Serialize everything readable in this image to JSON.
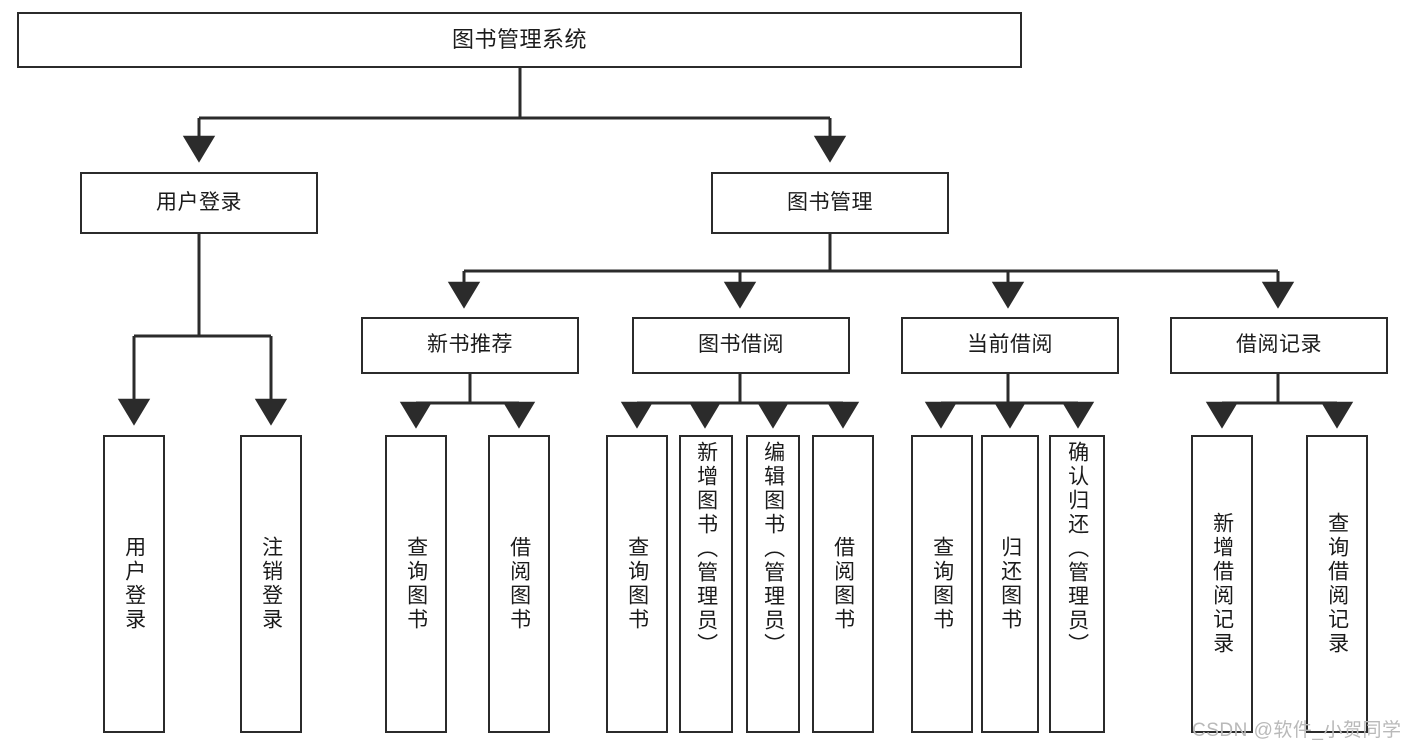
{
  "diagram": {
    "title": "图书管理系统",
    "type": "tree-hierarchy",
    "colors": {
      "box_border": "#2b2b2b",
      "box_fill": "#ffffff",
      "connector": "#2b2b2b",
      "text": "#1b1b1b",
      "watermark": "#b9b9b9",
      "background": "#ffffff"
    },
    "root": {
      "label": "图书管理系统"
    },
    "branches": [
      {
        "label": "用户登录"
      },
      {
        "label": "图书管理"
      }
    ],
    "sub_branches": [
      {
        "label": "新书推荐"
      },
      {
        "label": "图书借阅"
      },
      {
        "label": "当前借阅"
      },
      {
        "label": "借阅记录"
      }
    ],
    "leaves": {
      "user_login": [
        {
          "label": "用户登录"
        },
        {
          "label": "注销登录"
        }
      ],
      "new_book_recommend": [
        {
          "label": "查询图书"
        },
        {
          "label": "借阅图书"
        }
      ],
      "book_borrow": [
        {
          "label": "查询图书"
        },
        {
          "label": "新增图书（管理员）"
        },
        {
          "label": "编辑图书（管理员）"
        },
        {
          "label": "借阅图书"
        }
      ],
      "current_borrow": [
        {
          "label": "查询图书"
        },
        {
          "label": "归还图书"
        },
        {
          "label": "确认归还（管理员）"
        }
      ],
      "borrow_record": [
        {
          "label": "新增借阅记录"
        },
        {
          "label": "查询借阅记录"
        }
      ]
    },
    "watermark": "CSDN @软件_小贺同学"
  }
}
